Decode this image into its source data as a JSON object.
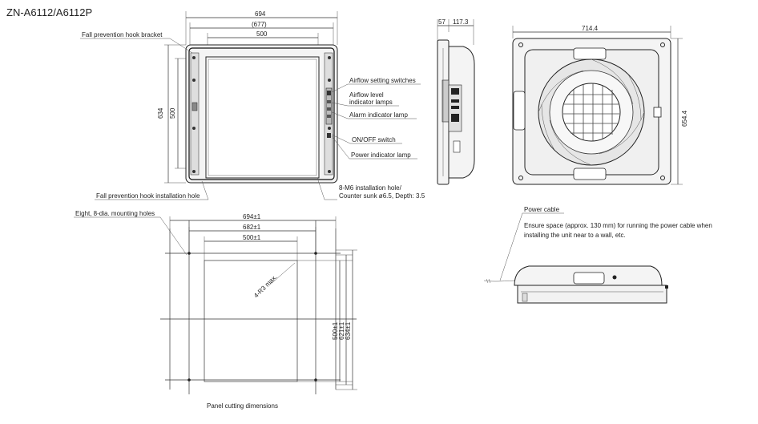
{
  "title": "ZN-A6112/A6112P",
  "front_view": {
    "dim_width": "694",
    "dim_width_inner": "(677)",
    "dim_screen": "500",
    "dim_height": "634",
    "dim_height_inner": "500",
    "callouts": {
      "hook_bracket": "Fall prevention hook bracket",
      "airflow_switches": "Airflow setting switches",
      "airflow_lamps_1": "Airflow level",
      "airflow_lamps_2": "indicator lamps",
      "alarm_lamp": "Alarm indicator lamp",
      "onoff": "ON/OFF switch",
      "power_lamp": "Power indicator lamp",
      "install_hole_1": "8-M6 installation hole/",
      "install_hole_2": "Counter sunk ø6.5, Depth: 3.5",
      "hook_hole": "Fall prevention hook installation hole"
    }
  },
  "side_view": {
    "dim_a": "57",
    "dim_b": "117.3"
  },
  "rear_view": {
    "dim_width": "714.4",
    "dim_height": "654.4"
  },
  "panel_cut": {
    "mount_holes": "Eight, 8-dia. mounting holes",
    "dim_w1": "694±1",
    "dim_w2": "682±1",
    "dim_w3": "500±1",
    "radius": "4-R3 max.",
    "dim_h1": "500±1",
    "dim_h2": "621±1",
    "dim_h3": "634±1",
    "caption": "Panel cutting dimensions"
  },
  "install_note": {
    "power_cable": "Power cable",
    "note_1": "Ensure space (approx. 130 mm) for running the power cable when",
    "note_2": "installing the unit near to a wall, etc."
  }
}
